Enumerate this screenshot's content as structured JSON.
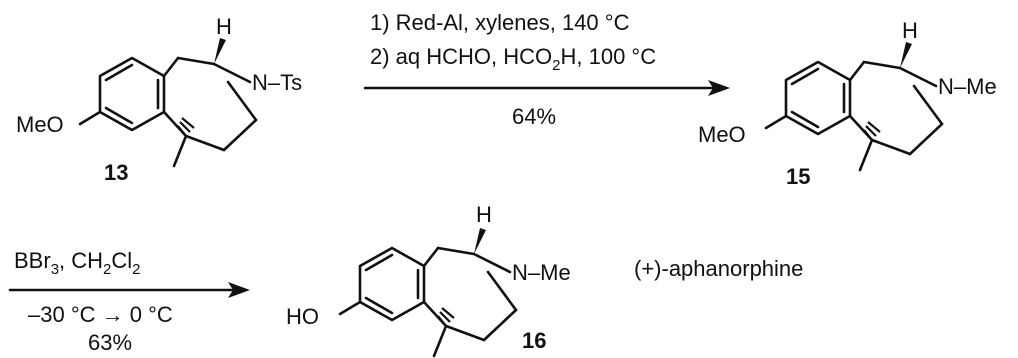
{
  "step1": {
    "conditions_line1": "1) Red-Al, xylenes, 140 °C",
    "conditions_line2_prefix": "2) aq HCHO, HCO",
    "conditions_line2_sub": "2",
    "conditions_line2_suffix": "H, 100 °C",
    "yield": "64%"
  },
  "step2": {
    "reagent_prefix": "BBr",
    "reagent_sub1": "3",
    "reagent_mid": ", CH",
    "reagent_sub2": "2",
    "reagent_cl": "Cl",
    "reagent_sub3": "2",
    "temperature": "–30 °C → 0 °C",
    "yield": "63%"
  },
  "compound13": {
    "number": "13",
    "substituent": "MeO",
    "n_group": "N–Ts",
    "h_label": "H"
  },
  "compound15": {
    "number": "15",
    "substituent": "MeO",
    "n_group": "N–Me",
    "h_label": "H"
  },
  "compound16": {
    "number": "16",
    "substituent": "HO",
    "n_group": "N–Me",
    "h_label": "H"
  },
  "product_name": "(+)-aphanorphine"
}
